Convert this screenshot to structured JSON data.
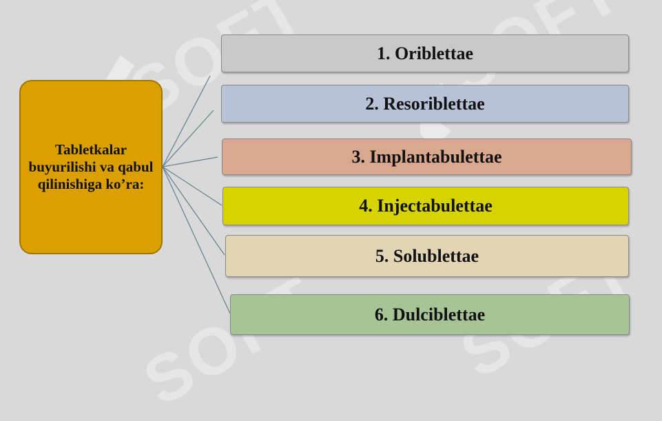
{
  "source": {
    "label": "Tabletkalar buyurilishi va qabul qilinishiga koʼra:"
  },
  "items": [
    {
      "label": "1. Oriblettae",
      "color": "#c9c9c9"
    },
    {
      "label": "2. Resoriblettae",
      "color": "#b7c2d8"
    },
    {
      "label": "3. Implantabulettae",
      "color": "#d9a88e"
    },
    {
      "label": "4. Injectabulettae",
      "color": "#d6d300"
    },
    {
      "label": "5. Solublettae",
      "color": "#e3d5b4"
    },
    {
      "label": "6. Dulciblettae",
      "color": "#a7c497"
    }
  ],
  "colors": {
    "background": "#d9d9d9",
    "source_fill": "#dba000",
    "connector": "#5f7f8f"
  },
  "watermark": {
    "text": "SOFT"
  }
}
